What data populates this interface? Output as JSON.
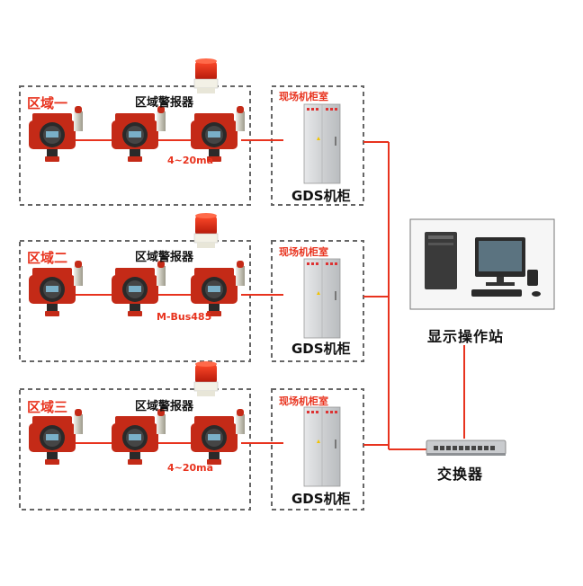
{
  "colors": {
    "accent": "#e8331e",
    "device_red": "#c42a17",
    "device_dark": "#2a2a2a",
    "cabinet": "#d4d6d8",
    "border": "#666666"
  },
  "zones": [
    {
      "label": "区域一",
      "alarm": "区域警报器",
      "signal": "4~20ma"
    },
    {
      "label": "区域二",
      "alarm": "区域警报器",
      "signal": "M-Bus485"
    },
    {
      "label": "区域三",
      "alarm": "区域警报器",
      "signal": "4~20ma"
    }
  ],
  "cabinets": [
    {
      "room": "现场机柜室",
      "name": "GDS机柜"
    },
    {
      "room": "现场机柜室",
      "name": "GDS机柜"
    },
    {
      "room": "现场机柜室",
      "name": "GDS机柜"
    }
  ],
  "workstation": {
    "label": "显示操作站",
    "icon": "computer-workstation-icon"
  },
  "switch": {
    "label": "交换器",
    "icon": "network-switch-icon"
  }
}
